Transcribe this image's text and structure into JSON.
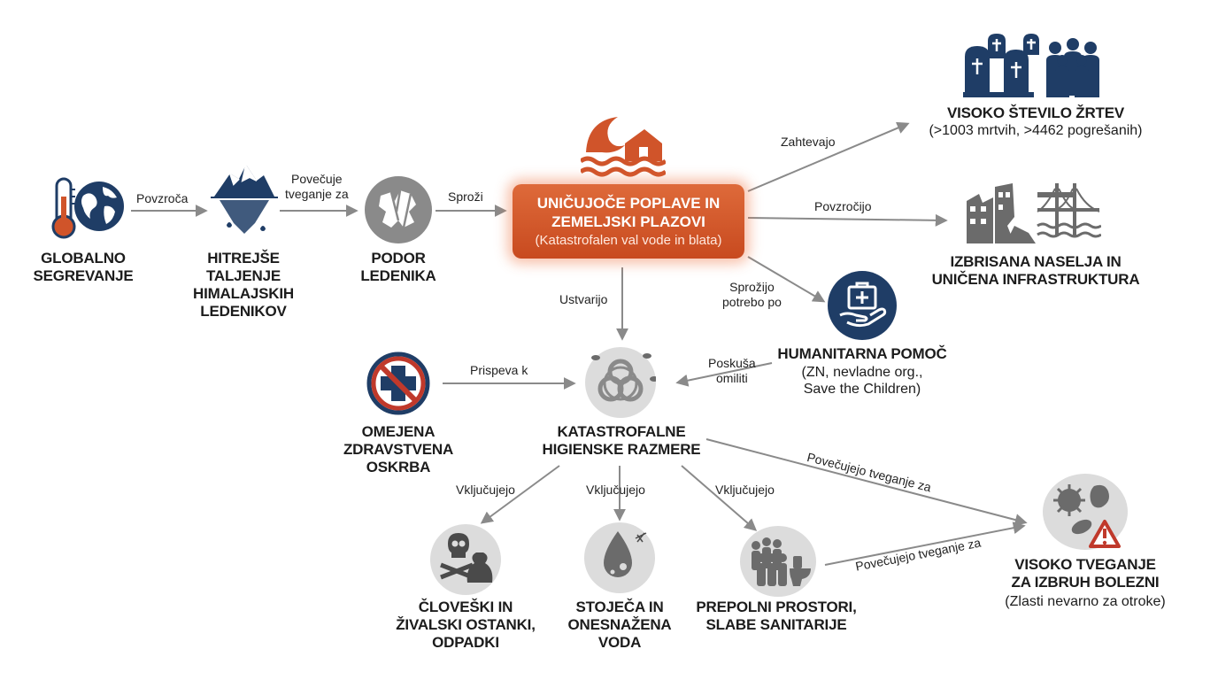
{
  "colors": {
    "navy": "#1f3d66",
    "orange": "#d0542a",
    "grey": "#6b6b6b",
    "light_grey": "#dcdcdc",
    "arrow": "#8a8a8a"
  },
  "nodes": {
    "global_warming": {
      "title": "GLOBALNO\nSEGREVANJE"
    },
    "glacier_melt": {
      "title": "HITREJŠE\nTALJENJE\nHIMALAJSKIH\nLEDENIKOV"
    },
    "glacier_collapse": {
      "title": "PODOR\nLEDENIKA"
    },
    "floods": {
      "title": "UNIČUJOČE POPLAVE IN\nZEMELJSKI PLAZOVI",
      "subtitle": "(Katastrofalen val vode in blata)"
    },
    "casualties": {
      "title": "VISOKO ŠTEVILO ŽRTEV",
      "subtitle": "(>1003 mrtvih, >4462 pogrešanih)"
    },
    "destroyed": {
      "title": "IZBRISANA NASELJA IN\nUNIČENA INFRASTRUKTURA"
    },
    "aid": {
      "title": "HUMANITARNA POMOČ",
      "subtitle": "(ZN, nevladne org.,\nSave the Children)"
    },
    "healthcare": {
      "title": "OMEJENA\nZDRAVSTVENA\nOSKRBA"
    },
    "hygiene": {
      "title": "KATASTROFALNE\nHIGIENSKE RAZMERE"
    },
    "remains": {
      "title": "ČLOVEŠKI IN\nŽIVALSKI OSTANKI,\nODPADKI"
    },
    "water": {
      "title": "STOJEČA IN\nONESNAŽENA\nVODA"
    },
    "crowded": {
      "title": "PREPOLNI PROSTORI,\nSLABE SANITARIJE"
    },
    "disease": {
      "title": "VISOKO TVEGANJE\nZA IZBRUH BOLEZNI",
      "subtitle": "(Zlasti nevarno za otroke)"
    }
  },
  "edges": {
    "causes": "Povzroča",
    "increases_risk": "Povečuje\ntveganje za",
    "triggers": "Sproži",
    "demand": "Zahtevajo",
    "caused": "Povzročijo",
    "triggered_need": "Sprožijo\npotrebo po",
    "creates": "Ustvarijo",
    "mitigate": "Poskuša\nomiliti",
    "contributes": "Prispeva k",
    "include_1": "Vključujejo",
    "include_2": "Vključujejo",
    "include_3": "Vključujejo",
    "risk_1": "Povečujejo tveganje za",
    "risk_2": "Povečujejo tveganje za"
  },
  "icons": [
    "thermometer-icon",
    "globe-icon",
    "iceberg-icon",
    "glacier-rock-icon",
    "flood-house-icon",
    "graves-people-icon",
    "destroyed-city-icon",
    "aid-box-hand-icon",
    "no-medical-icon",
    "biohazard-icon",
    "skull-trash-icon",
    "water-drop-icon",
    "crowd-toilet-icon",
    "virus-warning-icon"
  ]
}
